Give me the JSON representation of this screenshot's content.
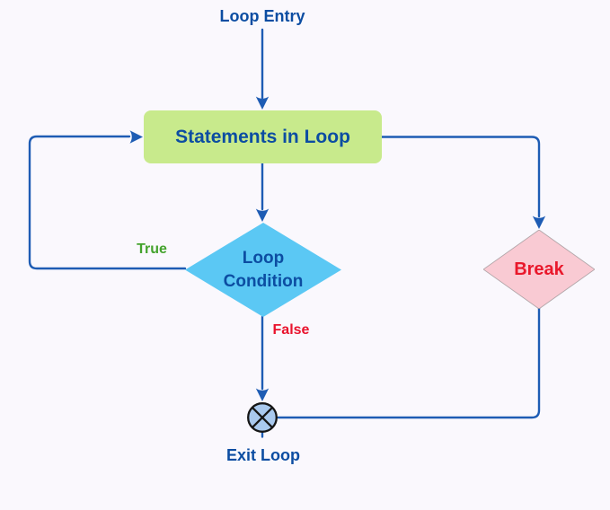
{
  "nodes": {
    "loop_entry": "Loop Entry",
    "statements": "Statements in Loop",
    "condition": "Loop Condition",
    "break_label": "Break",
    "exit_loop": "Exit Loop"
  },
  "edge_labels": {
    "true_label": "True",
    "false_label": "False"
  },
  "colors": {
    "background": "#faf8fd",
    "line": "#1e5cb4",
    "node_text": "#0c4da2",
    "process_fill": "#c8ea8c",
    "decision_fill": "#5bc8f4",
    "break_fill": "#f9cad3",
    "break_text": "#e9182b",
    "true_text": "#44a32d",
    "false_text": "#e9132d",
    "exit_fill": "#a9c9ee",
    "exit_stroke": "#161616"
  }
}
